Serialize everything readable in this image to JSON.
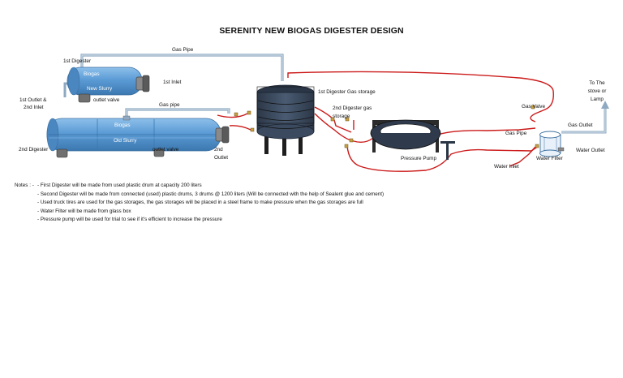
{
  "title": "SERENITY NEW BIOGAS DIGESTER DESIGN",
  "labels": {
    "gas_pipe_top": "Gas Pipe",
    "first_digester": "1st Digester",
    "biogas_1": "Biogas",
    "new_slurry": "New Slurry",
    "first_inlet": "1st Inlet",
    "outlet_valve_1": "outlet valve",
    "first_outlet_line1": "1st Outlet &",
    "first_outlet_line2": "2nd Inlet",
    "gas_pipe_mid": "Gas pipe",
    "biogas_2": "Biogas",
    "old_slurry": "Old Slurry",
    "second_digester": "2nd Digester",
    "outlet_valve_2": "outlet valve",
    "second_outlet_line1": "2nd",
    "second_outlet_line2": "Outlet",
    "first_gas_storage": "1st Digester Gas storage",
    "second_gas_storage_line1": "2nd Digester gas",
    "second_gas_storage_line2": "storage",
    "pressure_pump": "Pressure Pump",
    "gas_valve": "Gas Valve",
    "gas_pipe_right": "Gas Pipe",
    "to_stove_line1": "To The",
    "to_stove_line2": "stove or",
    "to_stove_line3": "Lamp",
    "gas_outlet": "Gas Outlet",
    "water_outlet": "Water Outlet",
    "water_filter": "Water Filter",
    "water_inlet": "Water Inlet"
  },
  "notes": {
    "prefix": "Notes : -",
    "items": [
      "First Digester will be made from used plastic drum at capacity 200 liters",
      "Second Digester will be made from connected (used) plastic drums, 3 drums @ 1200 liters (Will be connected with the help of Sealent glue and cement)",
      "Used truck tires are used for the gas storages, the gas storages will be placed in a steel frame to make pressure when the gas storages are full",
      "Water Filter will be made from glass box",
      "Pressure pump will be used for trial to see if it's efficient to increase the pressure"
    ]
  },
  "colors": {
    "digester_fill": "#5b9bd5",
    "gas_pipe": "#8ea9c1",
    "pipe_red": "#cc1a1a",
    "storage_dark": "#3b4a5e",
    "valve_yellow": "#c8a040"
  }
}
